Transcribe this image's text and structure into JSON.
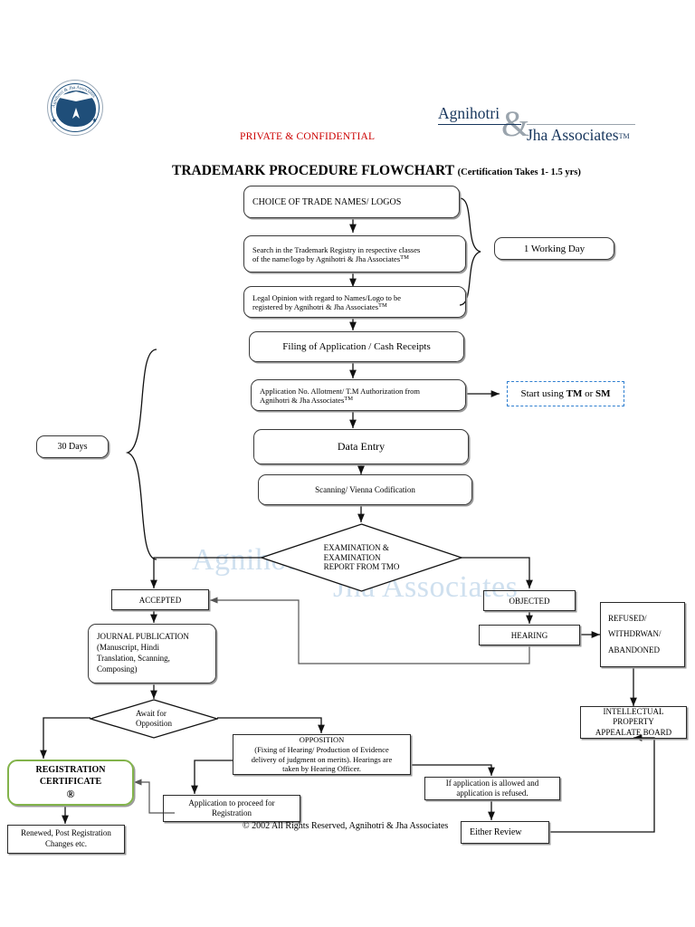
{
  "header": {
    "confidential": "PRIVATE & CONFIDENTIAL",
    "brand_top": "Agnihotri",
    "brand_amp": "&",
    "brand_bottom": "Jha Associates",
    "brand_tm": "TM",
    "title": "TRADEMARK PROCEDURE FLOWCHART",
    "subtitle": "(Certification Takes 1- 1.5 yrs)",
    "logo_alt": "Agnihotri & Jha Associates seal",
    "logo_stars": "★ ★ ★ ★ ★",
    "logo_arc": "Agnihotri & Jha Associates"
  },
  "nodes": {
    "choice": "CHOICE OF TRADE NAMES/ LOGOS",
    "search_l1": "Search in the Trademark Registry in respective classes",
    "search_l2": "of the name/logo by Agnihotri & Jha Associates",
    "search_tm": "TM",
    "legal_l1": "Legal Opinion with regard to Names/Logo to be",
    "legal_l2": "registered by Agnihotri & Jha Associates",
    "legal_tm": "TM",
    "filing": "Filing of Application / Cash Receipts",
    "allotment_l1": "Application No. Allotment/ T.M Authorization from",
    "allotment_l2": "Agnihotri & Jha Associates",
    "allotment_tm": "TM",
    "data_entry": "Data Entry",
    "scanning": "Scanning/ Vienna Codification",
    "accepted": "ACCEPTED",
    "objected": "OBJECTED",
    "hearing": "HEARING",
    "journal_l1": "JOURNAL PUBLICATION",
    "journal_l2": "(Manuscript, Hindi",
    "journal_l3": "Translation, Scanning,",
    "journal_l4": "Composing)",
    "refused_l1": "REFUSED/",
    "refused_l2": "WITHDRWAN/",
    "refused_l3": "ABANDONED",
    "ipab_l1": "INTELLECTUAL",
    "ipab_l2": "PROPERTY",
    "ipab_l3": "APPEALATE BOARD",
    "opposition_l1": "OPPOSITION",
    "opposition_l2": "(Fixing of Hearing/ Production of Evidence",
    "opposition_l3": "delivery of judgment on merits). Hearings are",
    "opposition_l4": "taken by Hearing Officer.",
    "allowed_l1": "If application is allowed and",
    "allowed_l2": "application is refused.",
    "either_review": "Either Review",
    "proceed_l1": "Application  to proceed for",
    "proceed_l2": "Registration",
    "registration_l1": "REGISTRATION",
    "registration_l2": "CERTIFICATE",
    "registration_mark": "®",
    "renewed_l1": "Renewed, Post Registration",
    "renewed_l2": "Changes etc."
  },
  "diamonds": {
    "examination_l1": "EXAMINATION &",
    "examination_l2": "EXAMINATION",
    "examination_l3": "REPORT FROM TMO",
    "await_l1": "Await for",
    "await_l2": "Opposition"
  },
  "annotations": {
    "one_working_day": "1 Working  Day",
    "thirty_days": "30 Days",
    "start_using_pre": "Start using ",
    "start_using_tm": "TM",
    "start_using_or": " or ",
    "start_using_sm": "SM"
  },
  "watermark": {
    "line1": "Agnihotri",
    "line2": "Jha Associates"
  },
  "footer": {
    "copyright": "© 2002 All Rights Reserved, Agnihotri & Jha Associates"
  },
  "colors": {
    "confidential_red": "#cc0000",
    "brand_navy": "#17365d",
    "accent_green": "#82b34a",
    "dashed_blue": "#2f7fd0",
    "watermark_blue": "#cfe0ef"
  }
}
